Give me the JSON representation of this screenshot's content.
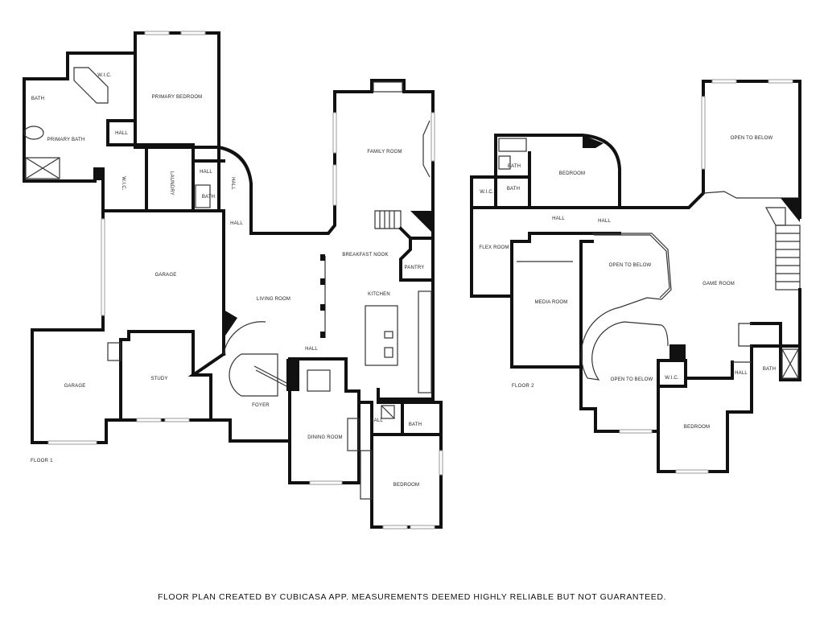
{
  "floor1": {
    "label": "FLOOR 1",
    "rooms": {
      "wic": "W.I.C.",
      "primary_bedroom": "PRIMARY BEDROOM",
      "bath_a": "BATH",
      "primary_bath": "PRIMARY BATH",
      "hall_a": "HALL",
      "wic_2": "W.I.C.",
      "laundry": "LAUNDRY",
      "hall_b": "HALL",
      "bath_b": "BATH",
      "hall_c": "HALL",
      "hall_d": "HALL",
      "family_room": "FAMILY ROOM",
      "breakfast_nook": "BREAKFAST NOOK",
      "pantry": "PANTRY",
      "kitchen": "KITCHEN",
      "garage_a": "GARAGE",
      "living_room": "LIVING ROOM",
      "hall_e": "HALL",
      "garage_b": "GARAGE",
      "study": "STUDY",
      "foyer": "FOYER",
      "dining_room": "DINING ROOM",
      "hall_f": "HALL",
      "bath_c": "BATH",
      "bedroom": "BEDROOM"
    }
  },
  "floor2": {
    "label": "FLOOR 2",
    "rooms": {
      "bath_a": "BATH",
      "bedroom_a": "BEDROOM",
      "wic_a": "W.I.C.",
      "bath_b": "BATH",
      "open_below_a": "OPEN TO BELOW",
      "hall_a": "HALL",
      "hall_b": "HALL",
      "flex_room": "FLEX ROOM",
      "open_below_b": "OPEN TO BELOW",
      "game_room": "GAME ROOM",
      "media_room": "MEDIA ROOM",
      "open_below_c": "OPEN TO BELOW",
      "wic_b": "W.I.C.",
      "hall_c": "HALL",
      "bath_c": "BATH",
      "bedroom_b": "BEDROOM"
    }
  },
  "footer": "FLOOR PLAN CREATED BY CUBICASA APP. MEASUREMENTS DEEMED HIGHLY RELIABLE BUT NOT GUARANTEED."
}
